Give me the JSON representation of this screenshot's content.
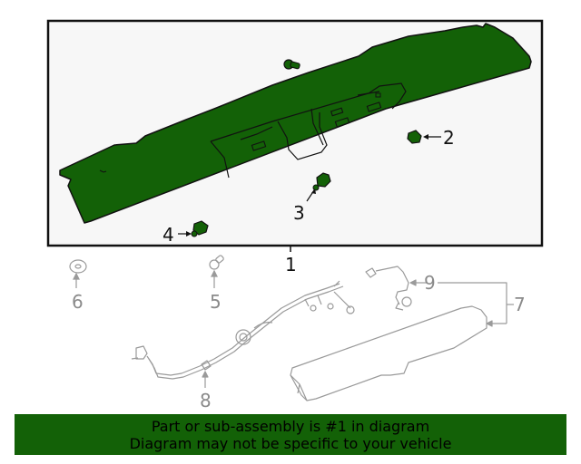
{
  "diagram": {
    "highlight_color": "#136107",
    "box_fill": "#f7f7f7",
    "box_border": "#111111",
    "ghost_color": "#9a9a9a",
    "callouts": [
      {
        "id": "1",
        "label": "1",
        "style": "dark"
      },
      {
        "id": "2",
        "label": "2",
        "style": "dark"
      },
      {
        "id": "3",
        "label": "3",
        "style": "dark"
      },
      {
        "id": "4",
        "label": "4",
        "style": "dark"
      },
      {
        "id": "5",
        "label": "5",
        "style": "grey"
      },
      {
        "id": "6",
        "label": "6",
        "style": "grey"
      },
      {
        "id": "7",
        "label": "7",
        "style": "grey"
      },
      {
        "id": "8",
        "label": "8",
        "style": "grey"
      },
      {
        "id": "9",
        "label": "9",
        "style": "grey"
      }
    ]
  },
  "banner": {
    "line1": "Part or sub-assembly is #1 in diagram",
    "line2": "Diagram may not be specific to your vehicle",
    "background": "#136107"
  }
}
